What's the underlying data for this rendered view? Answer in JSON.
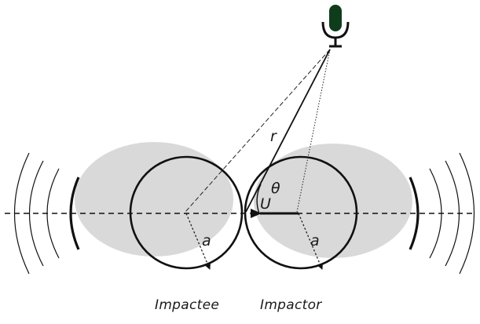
{
  "labels": {
    "r": "r",
    "theta": "θ",
    "velocity": "U",
    "radius_left": "a",
    "radius_right": "a",
    "impactee": "Impactee",
    "impactor": "Impactor"
  },
  "icons": {
    "microphone": "microphone-icon"
  },
  "colors": {
    "halo": "#d9d9d9",
    "sphere_stroke": "#111111",
    "mic_head": "#0f3d1c"
  }
}
